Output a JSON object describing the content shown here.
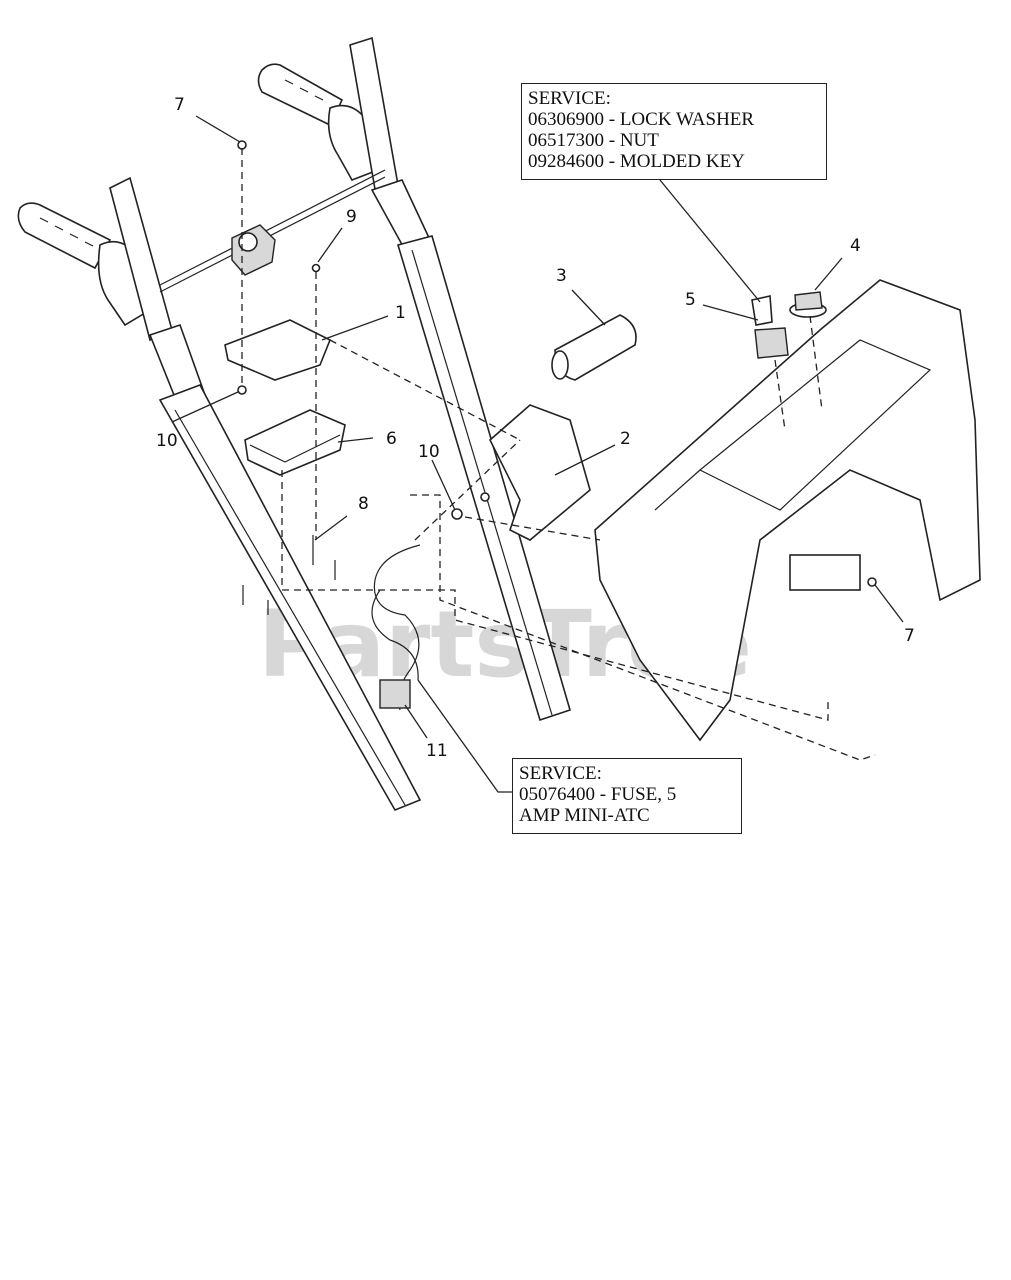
{
  "watermark": {
    "text": "PartsTree",
    "tm": "TM"
  },
  "callouts": [
    {
      "id": "1",
      "label": "1"
    },
    {
      "id": "2",
      "label": "2"
    },
    {
      "id": "3",
      "label": "3"
    },
    {
      "id": "4",
      "label": "4"
    },
    {
      "id": "5",
      "label": "5"
    },
    {
      "id": "6",
      "label": "6"
    },
    {
      "id": "7a",
      "label": "7"
    },
    {
      "id": "7b",
      "label": "7"
    },
    {
      "id": "8",
      "label": "8"
    },
    {
      "id": "9",
      "label": "9"
    },
    {
      "id": "10a",
      "label": "10"
    },
    {
      "id": "10b",
      "label": "10"
    },
    {
      "id": "11",
      "label": "11"
    }
  ],
  "service_key": {
    "lines": [
      "SERVICE:",
      "06306900 - LOCK WASHER",
      "06517300 - NUT",
      "09284600 - MOLDED KEY"
    ]
  },
  "service_fuse": {
    "lines": [
      "SERVICE:",
      "05076400 - FUSE, 5",
      "AMP MINI-ATC"
    ]
  }
}
